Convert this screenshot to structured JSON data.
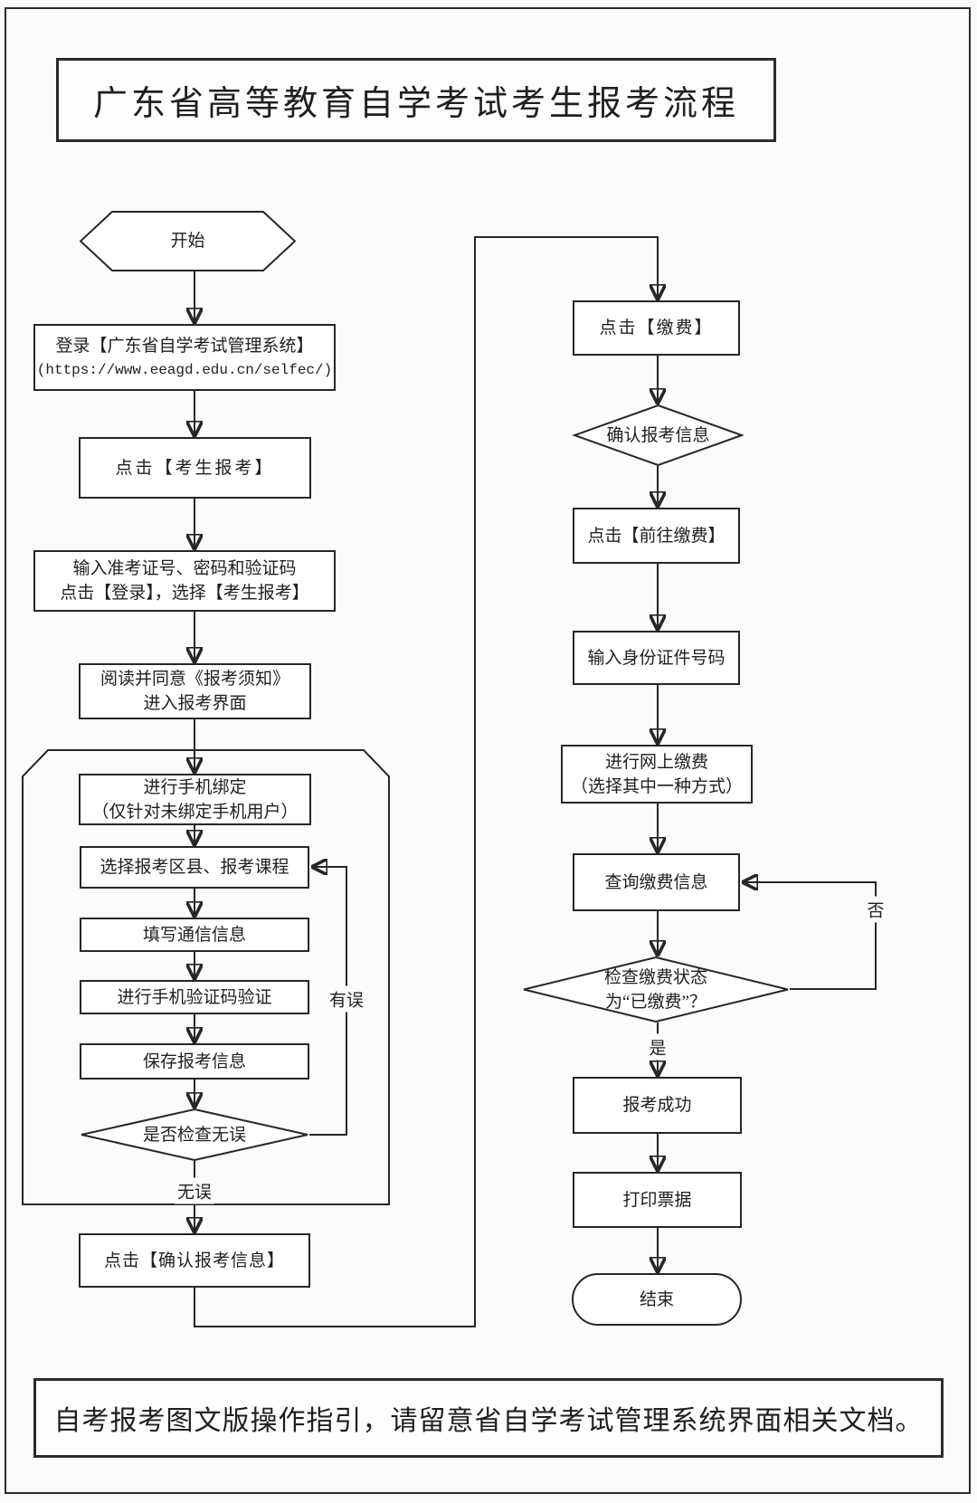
{
  "page": {
    "title": "广东省高等教育自学考试考生报考流程",
    "footer_note": "自考报考图文版操作指引，请留意省自学考试管理系统界面相关文档。"
  },
  "colors": {
    "line": "#262626",
    "node_bg": "#ffffff",
    "page_bg": "#fbfbfb"
  },
  "flowchart": {
    "left": {
      "start": "开始",
      "login_line1": "登录【广东省自学考试管理系统】",
      "login_line2": "(https://www.eeagd.edu.cn/selfec/)",
      "click_register": "点击【考生报考】",
      "enter_credentials": "输入准考证号、密码和验证码\n点击【登录】，选择【考生报考】",
      "read_notice": "阅读并同意《报考须知》\n进入报考界面",
      "bind_phone": "进行手机绑定\n（仅针对未绑定手机用户）",
      "select_course": "选择报考区县、报考课程",
      "fill_contact": "填写通信信息",
      "verify_sms": "进行手机验证码验证",
      "save_info": "保存报考信息",
      "check_correct": "是否检查无误",
      "confirm_info": "点击【确认报考信息】",
      "label_correct": "无误",
      "label_error": "有误"
    },
    "right": {
      "click_pay": "点击【缴费】",
      "confirm_reg_info": "确认报考信息",
      "go_pay": "点击【前往缴费】",
      "enter_id": "输入身份证件号码",
      "online_pay": "进行网上缴费\n（选择其中一种方式）",
      "query_pay": "查询缴费信息",
      "check_paid": "检查缴费状态\n为“已缴费”？",
      "reg_success": "报考成功",
      "print_receipt": "打印票据",
      "end": "结束",
      "label_yes": "是",
      "label_no": "否"
    }
  }
}
